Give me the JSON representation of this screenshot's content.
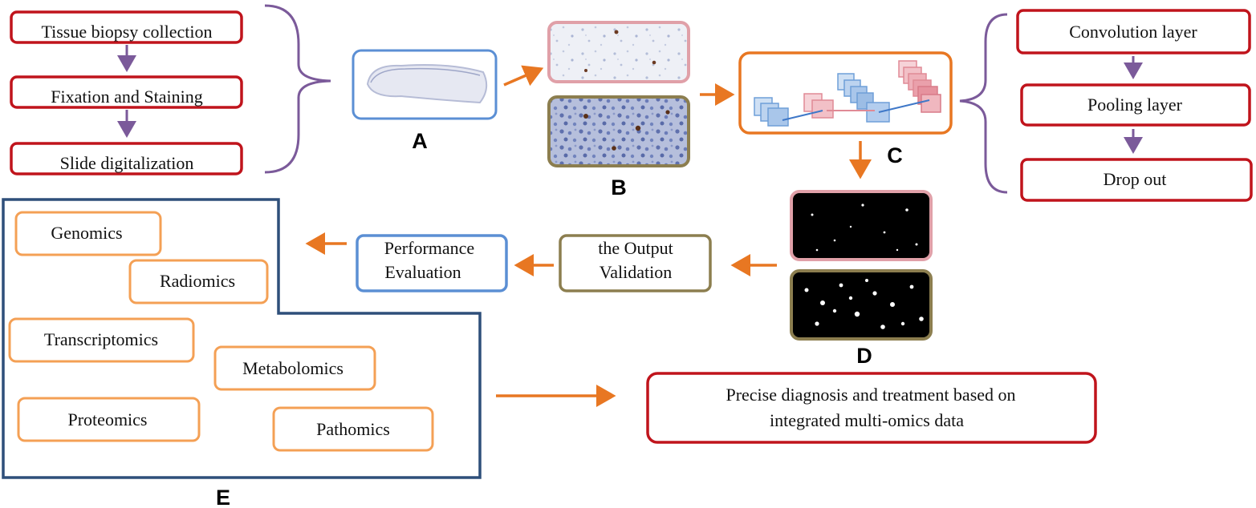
{
  "colors": {
    "red_box": "#c0141c",
    "purple": "#7b5a9a",
    "orange_arrow": "#e87722",
    "orange_box": "#f4a055",
    "blue_box": "#5b8fd4",
    "pink_frame": "#e0a0a8",
    "olive_frame": "#8c7e4f",
    "navy_frame": "#2e4f7a"
  },
  "icons": {
    "arrow": "triangle-arrowhead",
    "bracket": "curly-brace"
  },
  "preprocessing": {
    "steps": [
      "Tissue biopsy collection",
      "Fixation and Staining",
      "Slide digitalization"
    ]
  },
  "cnn": {
    "layers": [
      "Convolution layer",
      "Pooling layer",
      "Drop out"
    ]
  },
  "evaluation": {
    "output_validation": [
      "the Output",
      "Validation"
    ],
    "performance_evaluation": [
      "Performance",
      "Evaluation"
    ]
  },
  "omics": {
    "items": [
      "Genomics",
      "Radiomics",
      "Transcriptomics",
      "Metabolomics",
      "Proteomics",
      "Pathomics"
    ]
  },
  "outcome": {
    "lines": [
      "Precise diagnosis and treatment based on",
      "integrated multi-omics data"
    ]
  },
  "panel_labels": {
    "a": "A",
    "b": "B",
    "c": "C",
    "d": "D",
    "e": "E"
  }
}
